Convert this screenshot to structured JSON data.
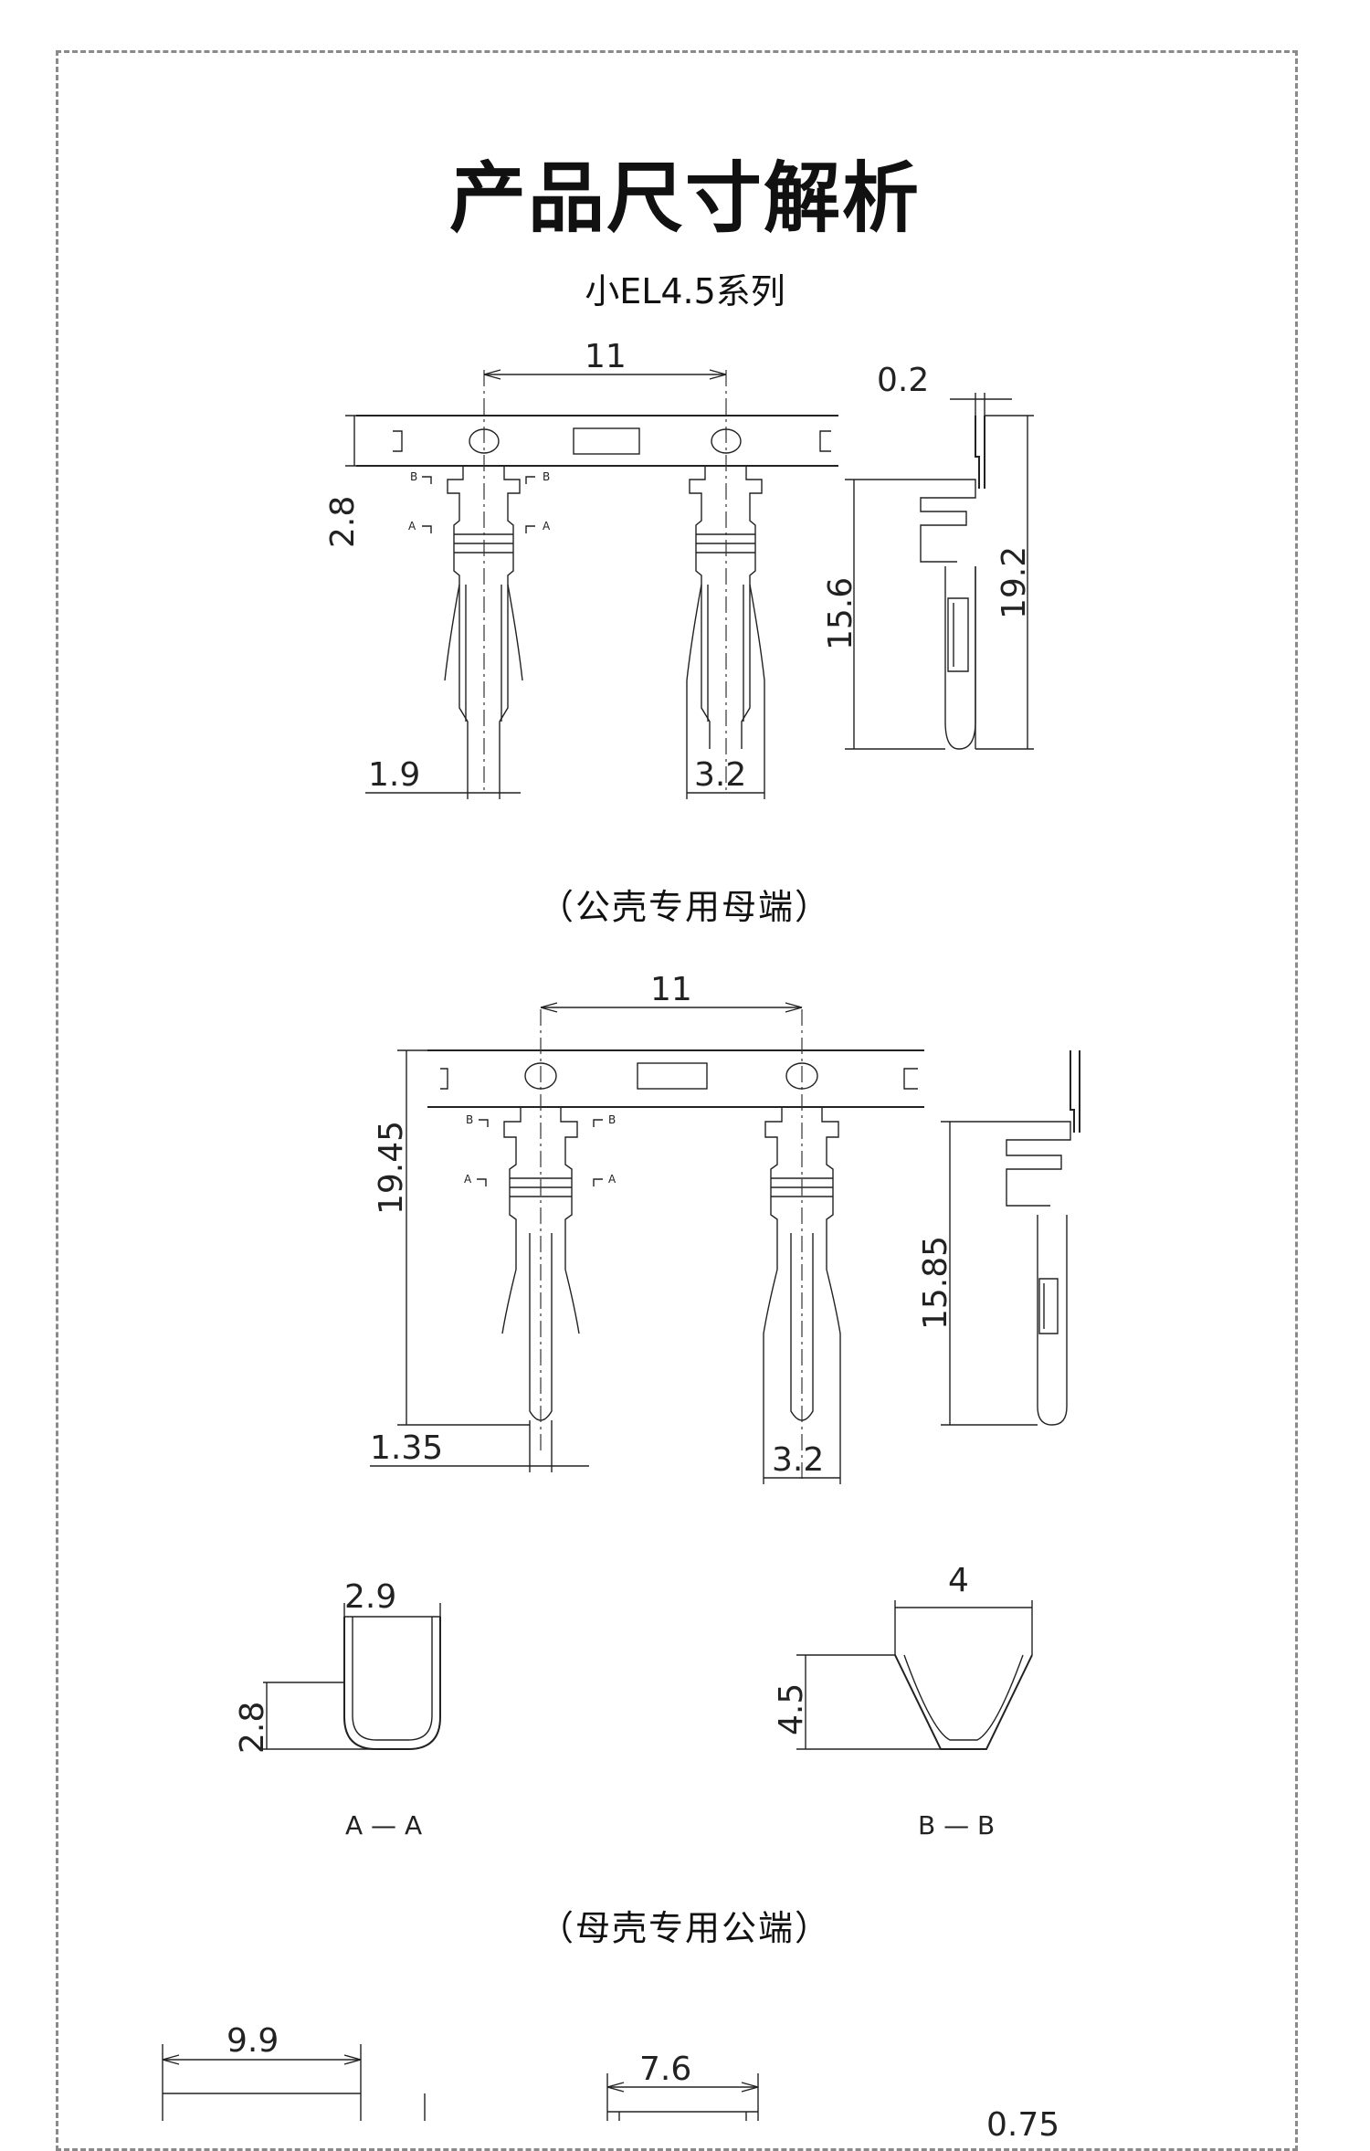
{
  "title": "产品尺寸解析",
  "subtitle": "小EL4.5系列",
  "female_section": {
    "caption": "（公壳专用母端）",
    "pitch": "11",
    "thickness": "0.2",
    "height_to_b": "2.8",
    "tip_width": "1.9",
    "crimp_width": "3.2",
    "side_height": "15.6",
    "total_height": "19.2",
    "marker_a": "A",
    "marker_b": "B"
  },
  "male_section": {
    "pitch": "11",
    "total_height": "19.45",
    "pin_width": "1.35",
    "crimp_width": "3.2",
    "side_height": "15.85",
    "marker_a": "A",
    "marker_b": "B"
  },
  "cross_sections": {
    "aa_width": "2.9",
    "aa_height": "2.8",
    "aa_label": "A — A",
    "bb_width": "4",
    "bb_height": "4.5",
    "bb_label": "B — B"
  },
  "bottom_section": {
    "caption": "（母壳专用公端）",
    "dim_left": "9.9",
    "dim_mid": "7.6",
    "dim_right": "0.75"
  }
}
